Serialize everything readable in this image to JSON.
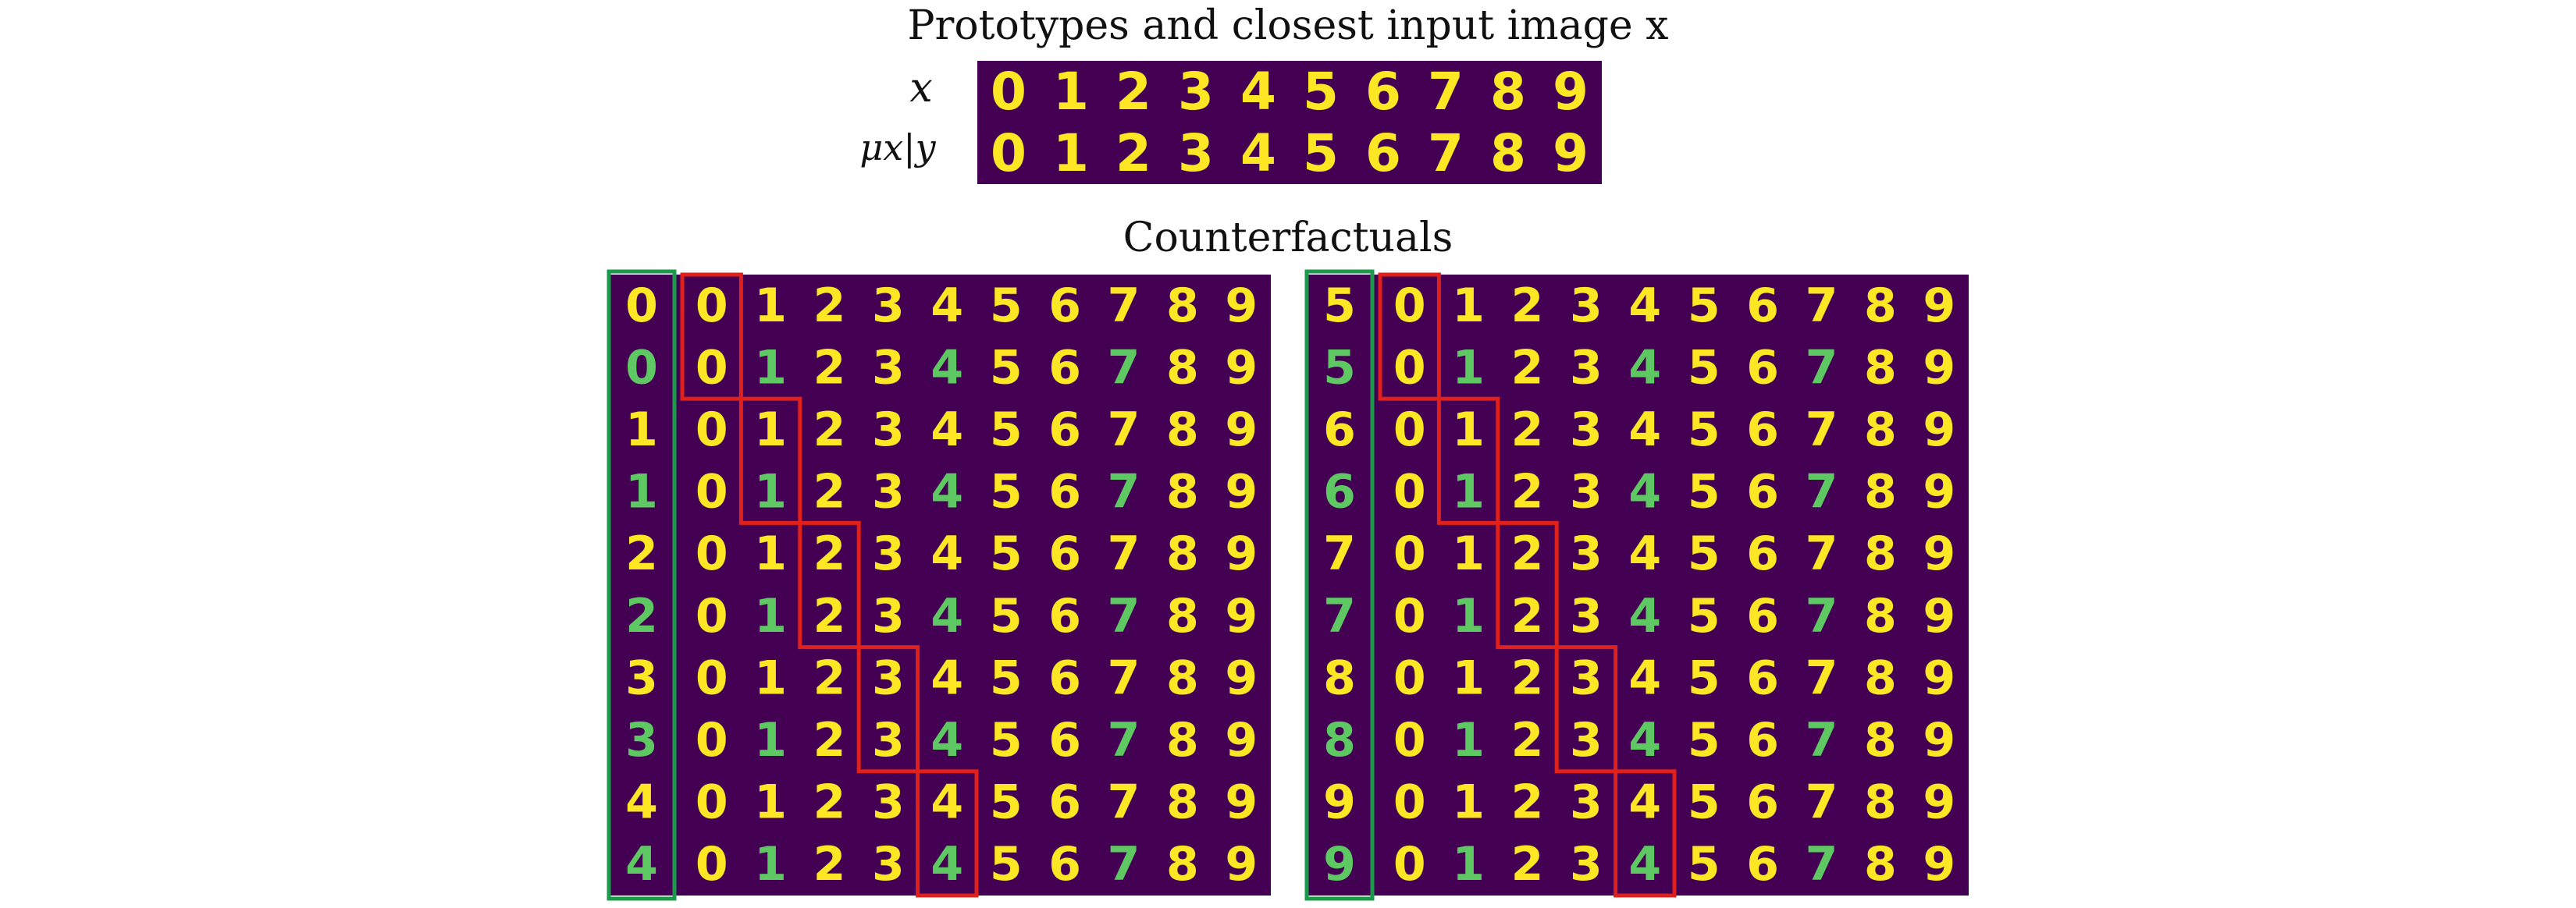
{
  "figure": {
    "top_title": "Prototypes and closest input image x",
    "row_label_x": "x",
    "row_label_mu": "μx|y",
    "bottom_title": "Counterfactuals"
  },
  "colors": {
    "background": "#440154",
    "digit_bright": "#fde725",
    "digit_mid": "#5ec962",
    "digit_dim": "#21918c",
    "source_box": "#1a9a4a",
    "target_box": "#e0201b"
  },
  "prototypes": {
    "x": [
      "0",
      "1",
      "2",
      "3",
      "4",
      "5",
      "6",
      "7",
      "8",
      "9"
    ],
    "mu": [
      "0",
      "1",
      "2",
      "3",
      "4",
      "5",
      "6",
      "7",
      "8",
      "9"
    ]
  },
  "counterfactuals": {
    "left": {
      "sources": [
        "0",
        "0",
        "1",
        "1",
        "2",
        "2",
        "3",
        "3",
        "4",
        "4"
      ],
      "target_digits": [
        "0",
        "1",
        "2",
        "3",
        "4",
        "5",
        "6",
        "7",
        "8",
        "9"
      ],
      "highlight_classes": [
        0,
        0,
        1,
        1,
        2,
        2,
        3,
        3,
        4,
        4
      ]
    },
    "right": {
      "sources": [
        "5",
        "5",
        "6",
        "6",
        "7",
        "7",
        "8",
        "8",
        "9",
        "9"
      ],
      "target_digits": [
        "0",
        "1",
        "2",
        "3",
        "4",
        "5",
        "6",
        "7",
        "8",
        "9"
      ],
      "highlight_classes": [
        5,
        5,
        6,
        6,
        7,
        7,
        8,
        8,
        9,
        9
      ]
    }
  }
}
